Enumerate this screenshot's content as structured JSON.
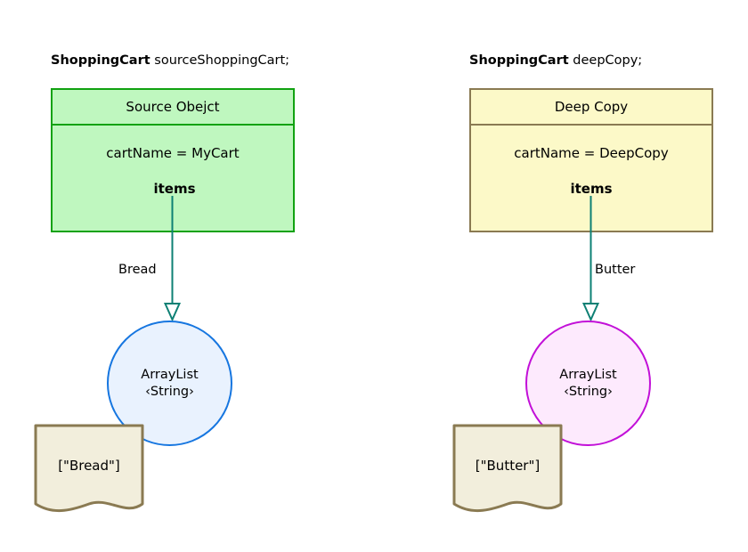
{
  "diagram": {
    "title_left": {
      "type": "ShoppingCart",
      "var": " sourceShoppingCart;"
    },
    "title_right": {
      "type": "ShoppingCart",
      "var": " deepCopy;"
    },
    "colors": {
      "source_border": "#11a211",
      "source_fill": "#bff7bf",
      "deep_border": "#8a7a52",
      "deep_fill": "#fcf9c8",
      "circle_source_border": "#1676e0",
      "circle_source_fill": "#e9f2fe",
      "circle_deep_border": "#c210d8",
      "circle_deep_fill": "#fdeafd",
      "note_border": "#8a7a52",
      "note_fill": "#f2eedc",
      "arrow": "#0e8074"
    },
    "left": {
      "box_header": "Source Obejct",
      "box_attr": "cartName = MyCart",
      "box_items": "items",
      "edge_label": "Bread",
      "circle_line1": "ArrayList",
      "circle_line2": "‹String›",
      "note_text": "[\"Bread\"]"
    },
    "right": {
      "box_header": "Deep Copy",
      "box_attr": "cartName = DeepCopy",
      "box_items": "items",
      "edge_label": "Butter",
      "circle_line1": "ArrayList",
      "circle_line2": "‹String›",
      "note_text": "[\"Butter\"]"
    }
  }
}
